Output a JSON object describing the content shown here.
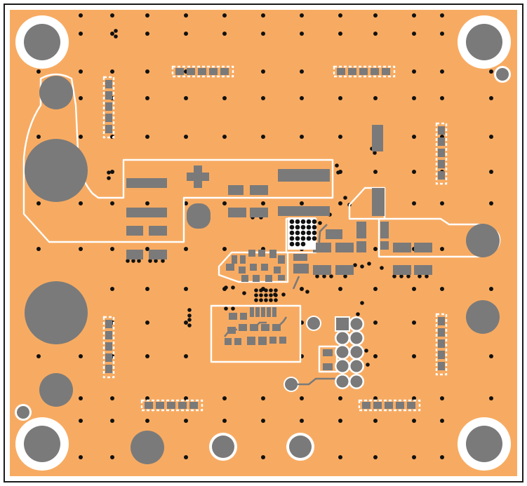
{
  "title": "",
  "colors": {
    "board": "#f7ab62",
    "frame": "#1a1a1a",
    "pad": "#7a7a7a",
    "silkscreen": "#ffffff",
    "via": "#111111",
    "page": "#ffffff"
  },
  "features": {
    "mounting_holes": 4,
    "large_copper_pads": 9,
    "via_grid": "regular",
    "pin_header": "2x5",
    "edge_resistor_arrays": 8
  }
}
